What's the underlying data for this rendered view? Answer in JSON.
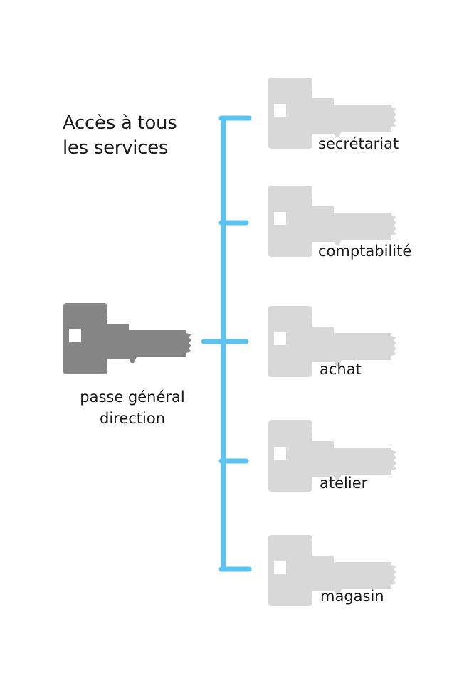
{
  "heading": {
    "line1": "Accès à tous",
    "line2": "les services"
  },
  "master_key": {
    "label_line1": "passe général",
    "label_line2": "direction",
    "color": "#858585"
  },
  "service_keys": [
    {
      "label": "secrétariat"
    },
    {
      "label": "comptabilité"
    },
    {
      "label": "achat"
    },
    {
      "label": "atelier"
    },
    {
      "label": "magasin"
    }
  ],
  "colors": {
    "connector": "#5bc3f0",
    "service_key": "#d8d8d8",
    "key_hole": "#ffffff",
    "text": "#1a1a1a"
  }
}
